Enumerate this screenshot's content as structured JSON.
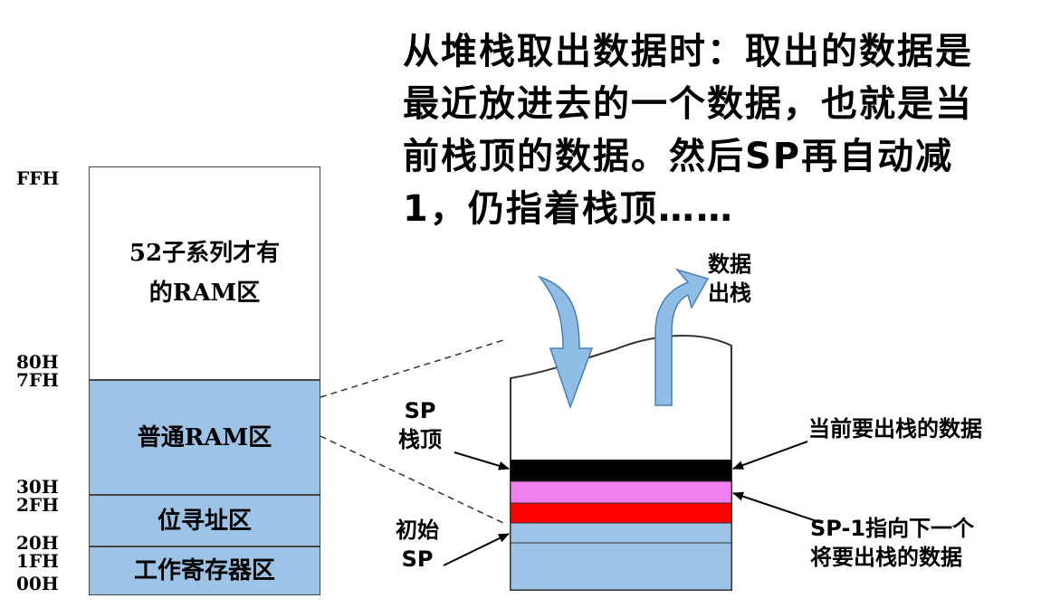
{
  "title_lines": [
    "从堆栈取出数据时：取出的数据是",
    "最近放进去的一个数据，也就是当",
    "前栈顶的数据。然后SP再自动减",
    "1，仍指着栈顶……"
  ],
  "addresses": {
    "ffh": "FFH",
    "a80h": "80H",
    "a7fh": "7FH",
    "a30h": "30H",
    "a2fh": "2FH",
    "a20h": "20H",
    "a1fh": "1FH",
    "a00h": "00H"
  },
  "memory_regions": {
    "high_ram_line1": "52子系列才有",
    "high_ram_line2": "的RAM区",
    "general_ram": "普通RAM区",
    "bit_addressable": "位寻址区",
    "working_registers": "工作寄存器区"
  },
  "stack_labels": {
    "data_out_line1": "数据",
    "data_out_line2": "出栈",
    "sp_top_line1": "SP",
    "sp_top_line2": "栈顶",
    "initial_sp_line1": "初始",
    "initial_sp_line2": "SP",
    "current_pop": "当前要出栈的数据",
    "next_pop_line1": "SP-1指向下一个",
    "next_pop_line2": "将要出栈的数据"
  },
  "colors": {
    "region_blue": "#9dc3e6",
    "arrow_blue": "#8fbde6",
    "layer_black": "#000000",
    "layer_magenta": "#f080f0",
    "layer_red": "#ff0000",
    "layer_blue": "#9dc3e6"
  }
}
